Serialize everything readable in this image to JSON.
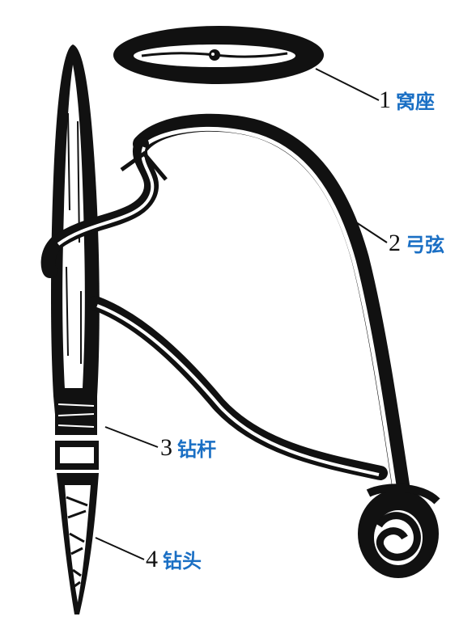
{
  "labels": [
    {
      "num": "1",
      "text": "窝座"
    },
    {
      "num": "2",
      "text": "弓弦"
    },
    {
      "num": "3",
      "text": "钻杆"
    },
    {
      "num": "4",
      "text": "钻头"
    }
  ],
  "colors": {
    "ink": "#111111",
    "label_text": "#1a6fc4",
    "background": "#ffffff"
  }
}
